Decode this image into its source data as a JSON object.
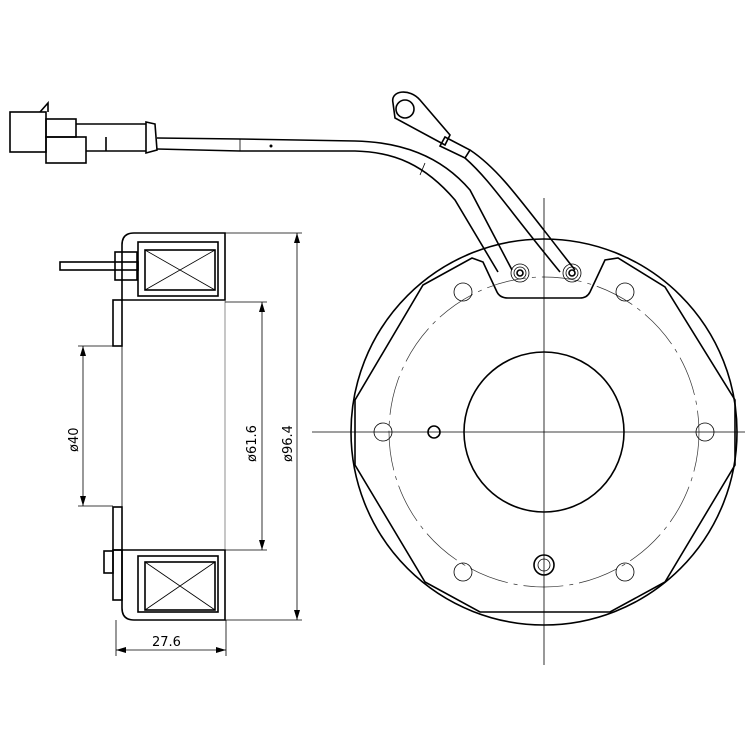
{
  "drawing": {
    "title": "Magnetic clutch coil technical drawing",
    "dimensions": {
      "bore_diameter": "ø40",
      "inner_diameter": "ø61.6",
      "outer_diameter": "ø96.4",
      "width": "27.6"
    },
    "line_color": "#000000",
    "background": "#ffffff"
  }
}
